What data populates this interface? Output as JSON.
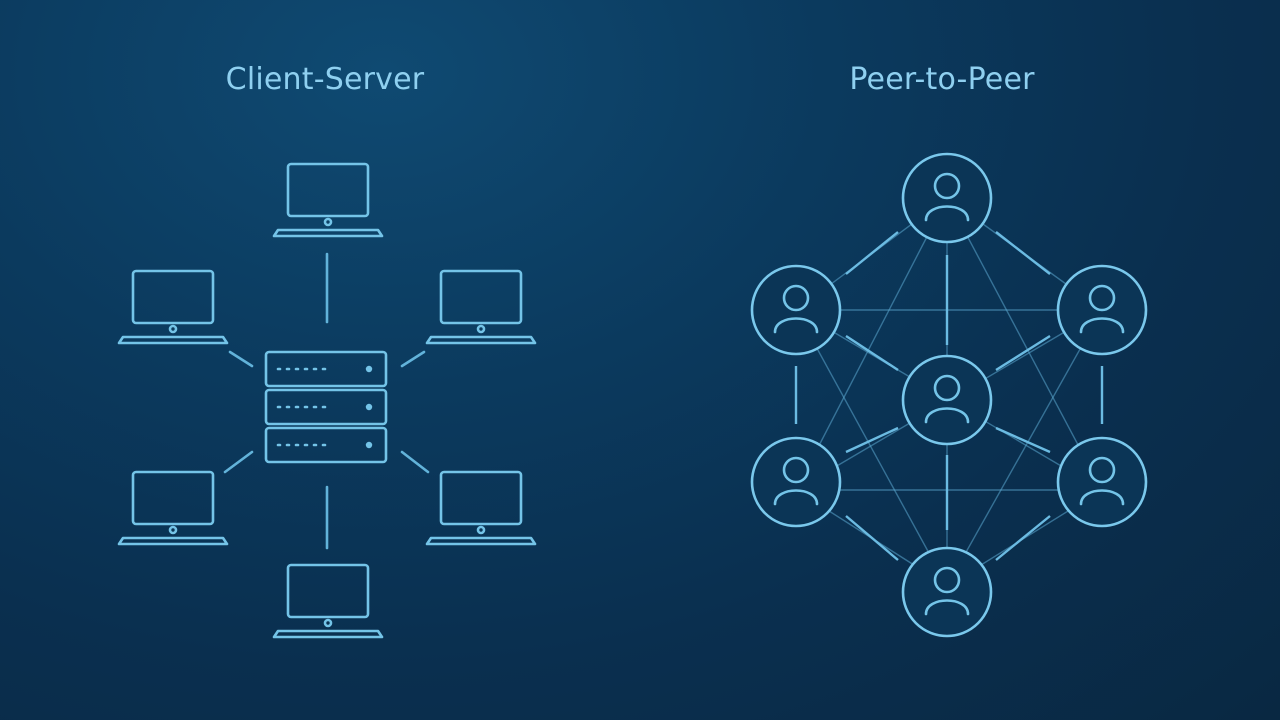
{
  "left_panel": {
    "title": "Client-Server",
    "center_icon": "server-rack-icon",
    "node_icon": "laptop-icon",
    "client_count": 6
  },
  "right_panel": {
    "title": "Peer-to-Peer",
    "node_icon": "user-icon",
    "peer_count": 7
  },
  "colors": {
    "background": "#0b3a5e",
    "line": "#74c4e8",
    "text": "#8fd0f0"
  }
}
